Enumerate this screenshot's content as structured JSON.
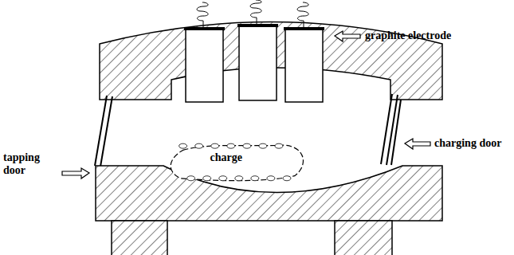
{
  "diagram": {
    "nodes": [
      {
        "text": [
          "charge"
        ]
      }
    ],
    "labels": [
      "graphite electrode",
      "tapping door",
      "charging door"
    ]
  }
}
